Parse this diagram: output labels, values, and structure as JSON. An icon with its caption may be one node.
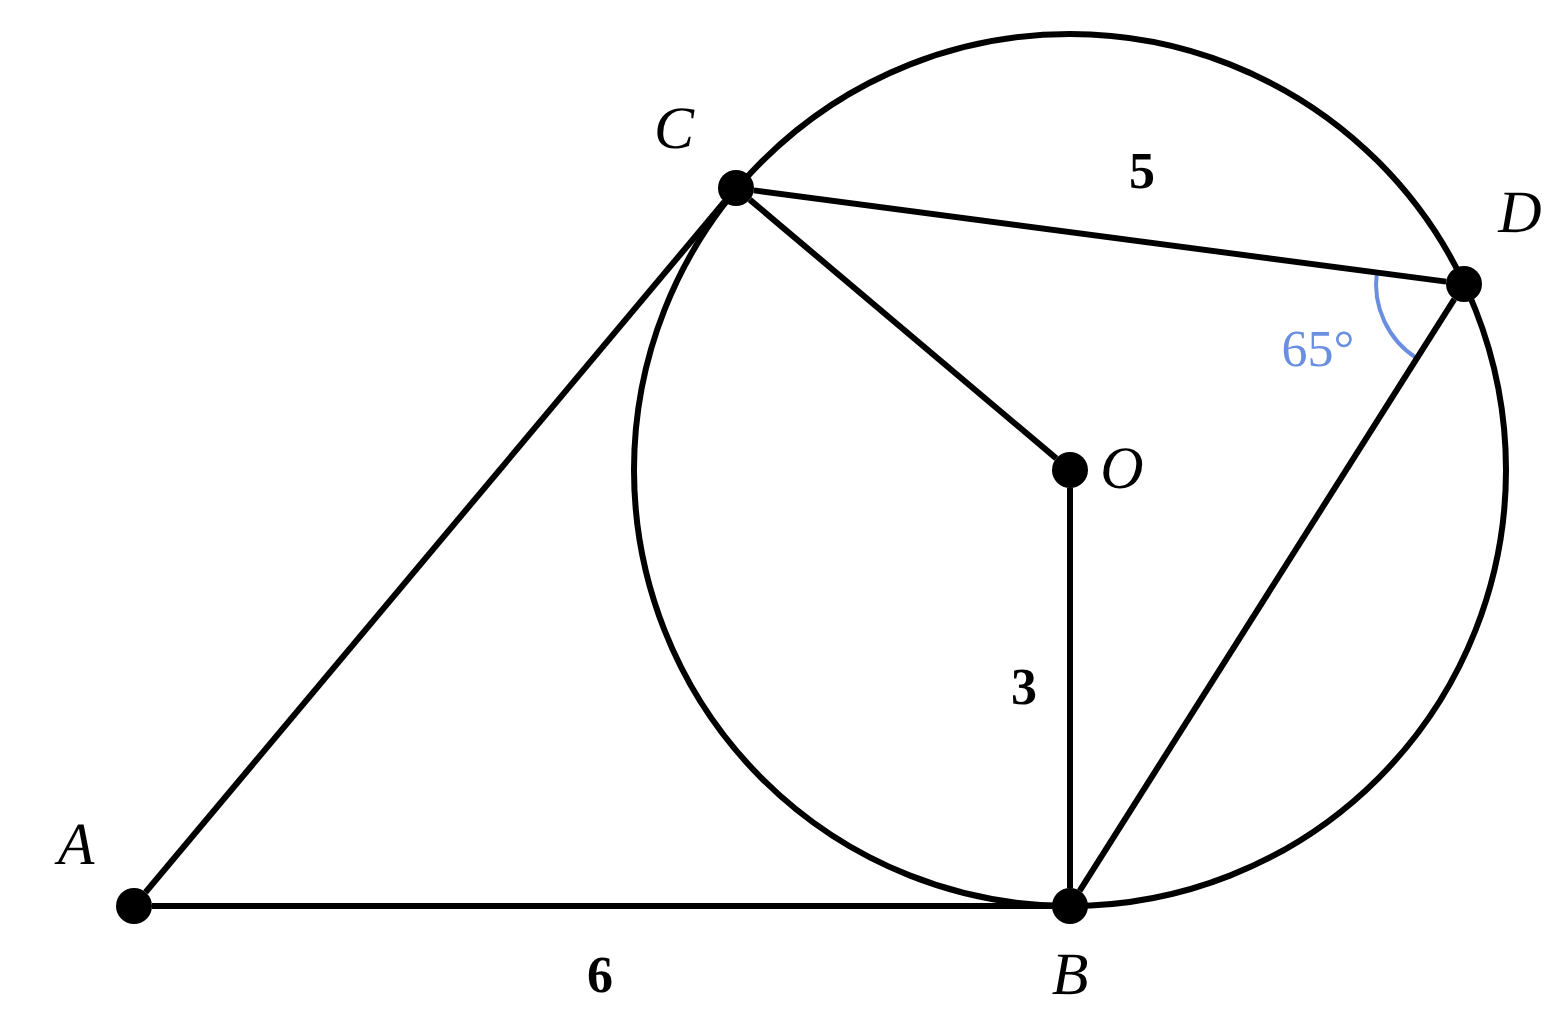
{
  "diagram": {
    "nodes": [
      {
        "text": [
          "A"
        ]
      },
      {
        "text": [
          "B"
        ]
      },
      {
        "text": [
          "C"
        ]
      },
      {
        "text": [
          "D"
        ]
      },
      {
        "text": [
          "O"
        ]
      }
    ],
    "edges": [
      {
        "from": 0,
        "to": 1,
        "arrow": "none",
        "label": "6"
      },
      {
        "from": 0,
        "to": 2,
        "arrow": "none"
      },
      {
        "from": 2,
        "to": 3,
        "arrow": "none",
        "label": "5"
      },
      {
        "from": 2,
        "to": 4,
        "arrow": "none"
      },
      {
        "from": 4,
        "to": 1,
        "arrow": "none",
        "label": "3"
      },
      {
        "from": 1,
        "to": 3,
        "arrow": "none"
      }
    ],
    "labels": [
      "65°"
    ]
  }
}
